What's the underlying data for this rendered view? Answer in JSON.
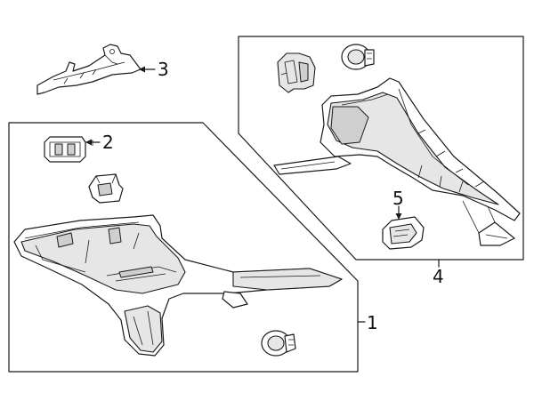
{
  "diagram": {
    "callouts": [
      {
        "id": "1",
        "label": "1"
      },
      {
        "id": "2",
        "label": "2"
      },
      {
        "id": "3",
        "label": "3"
      },
      {
        "id": "4",
        "label": "4"
      },
      {
        "id": "5",
        "label": "5"
      }
    ],
    "colors": {
      "line": "#1a1a1a",
      "background": "#ffffff",
      "shade": "#e6e6e6"
    }
  }
}
